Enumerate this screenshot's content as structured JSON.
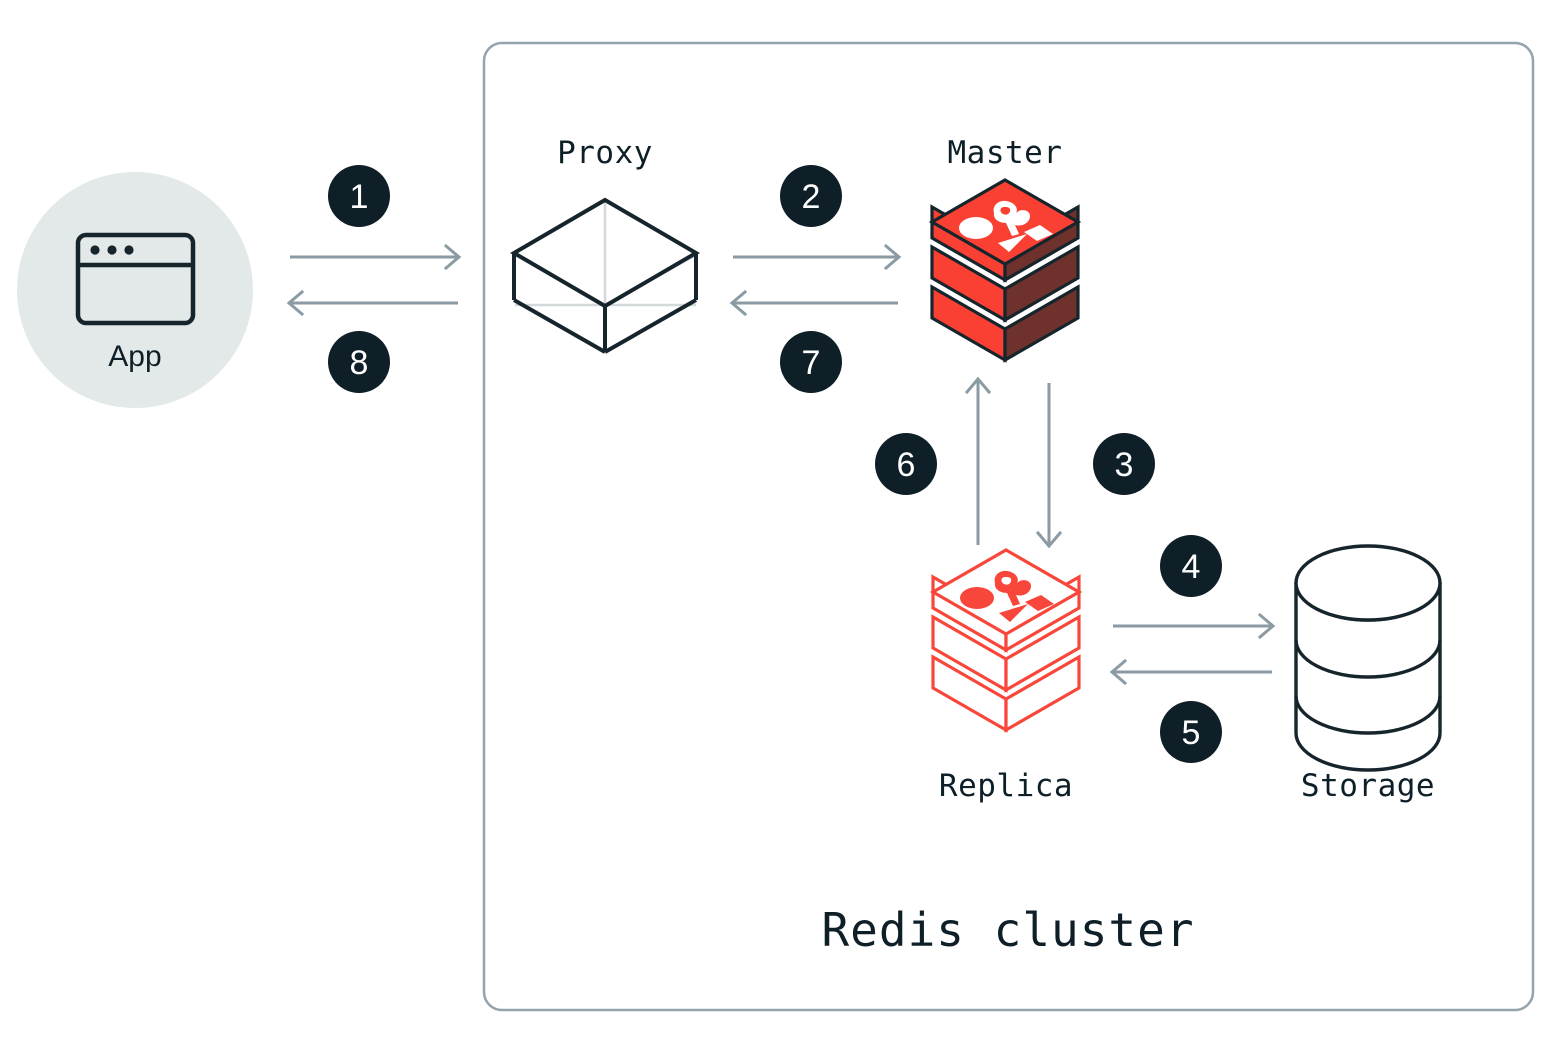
{
  "diagram": {
    "title": "Redis cluster",
    "background_color": "#ffffff",
    "frame_border_color": "#94a3ac"
  },
  "app": {
    "label": "App",
    "circle_color": "#e3e8e8",
    "icon": "browser-window-icon"
  },
  "nodes": {
    "proxy": {
      "label": "Proxy",
      "icon": "wireframe-cube-icon",
      "color": "#16242c"
    },
    "master": {
      "label": "Master",
      "icon": "redis-stack-cube-icon",
      "color_front": "#fa4033",
      "color_side": "#6e312c"
    },
    "replica": {
      "label": "Replica",
      "icon": "redis-stack-cube-outline-icon",
      "color": "#f9463a"
    },
    "storage": {
      "label": "Storage",
      "icon": "database-cylinder-icon",
      "color": "#16242c"
    }
  },
  "steps": [
    {
      "n": "1",
      "from": "app",
      "to": "proxy",
      "direction": "right"
    },
    {
      "n": "2",
      "from": "proxy",
      "to": "master",
      "direction": "right"
    },
    {
      "n": "3",
      "from": "master",
      "to": "replica",
      "direction": "down"
    },
    {
      "n": "4",
      "from": "replica",
      "to": "storage",
      "direction": "right"
    },
    {
      "n": "5",
      "from": "storage",
      "to": "replica",
      "direction": "left"
    },
    {
      "n": "6",
      "from": "replica",
      "to": "master",
      "direction": "up"
    },
    {
      "n": "7",
      "from": "master",
      "to": "proxy",
      "direction": "left"
    },
    {
      "n": "8",
      "from": "proxy",
      "to": "app",
      "direction": "left"
    }
  ],
  "badge": {
    "fill": "#0f1f28",
    "text_color": "#ffffff"
  }
}
